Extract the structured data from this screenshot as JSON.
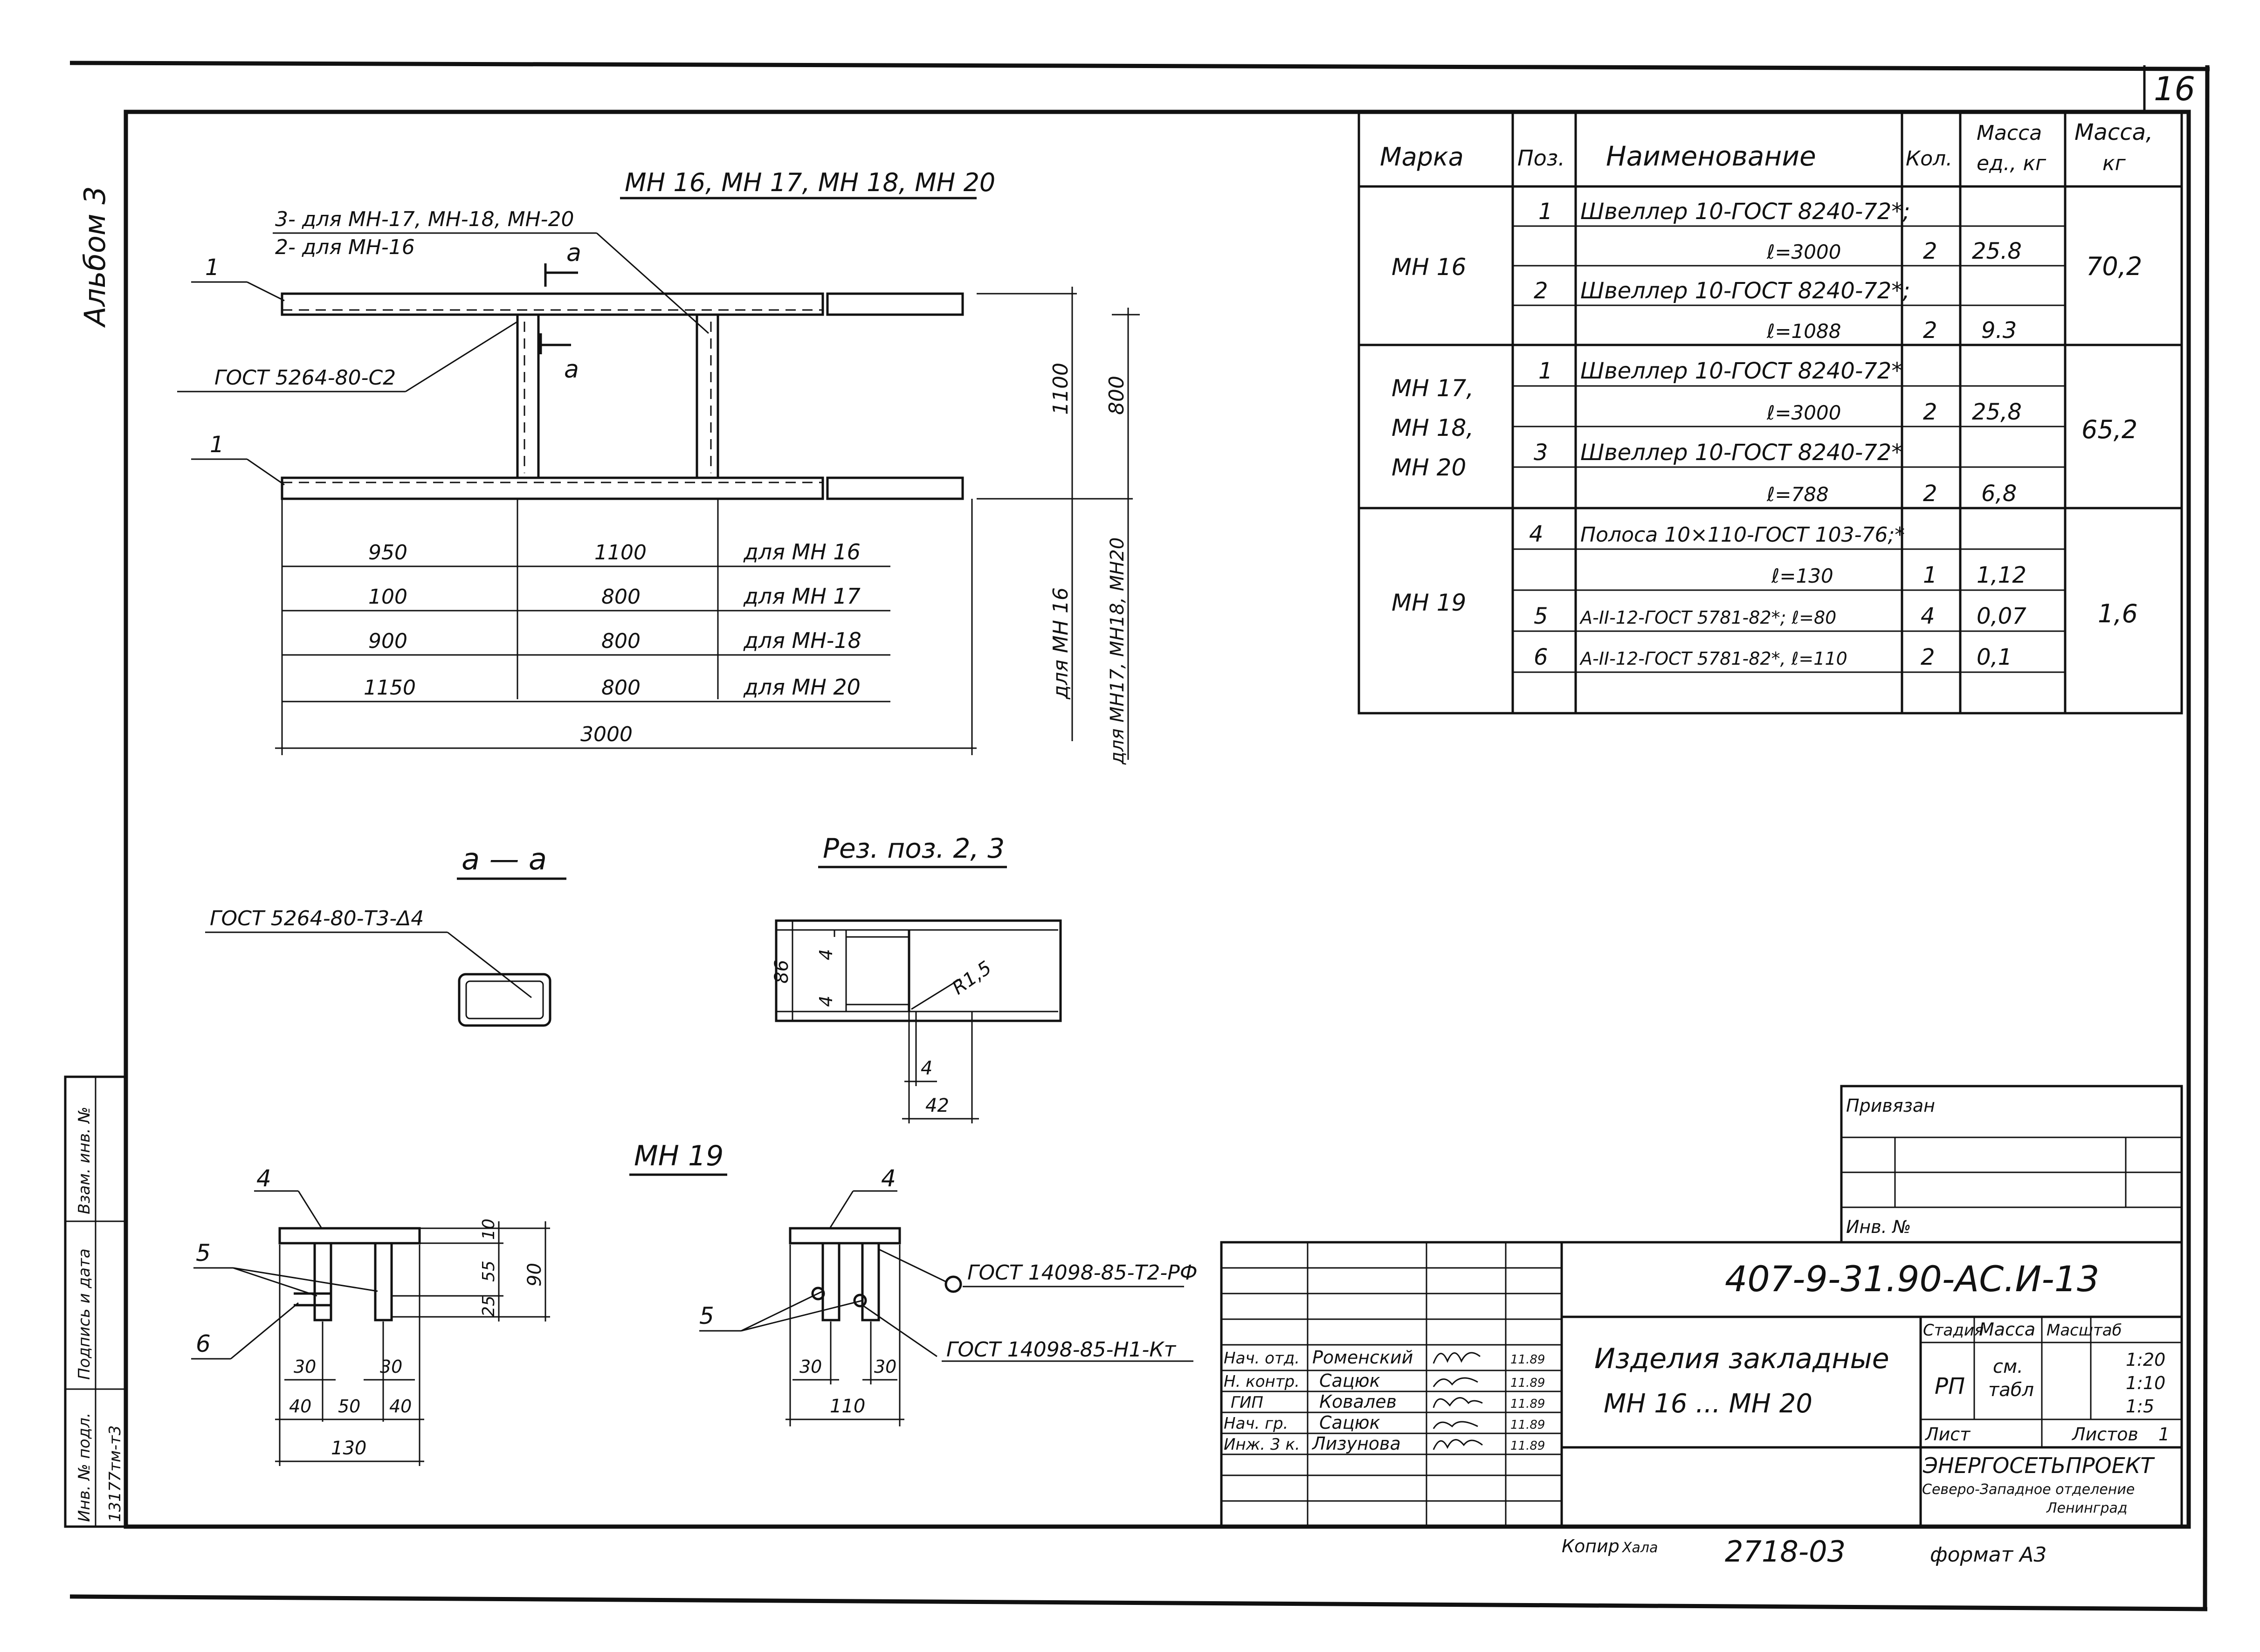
{
  "sheet": {
    "number": "16",
    "album": "Альбом 3",
    "copy_label": "Копир",
    "copy_signature": "Хала",
    "copy_number": "2718-03",
    "format": "формат А3"
  },
  "main_drawing": {
    "title": "МН 16, МН 17, МН 18, МН 20",
    "pos_note_1": "3- для МН-17, МН-18, МН-20",
    "pos_note_2": "2- для МН-16",
    "weld_note": "ГОСТ 5264-80-С2",
    "section_letter": "а",
    "pos_label": "1",
    "dim_height_1100": "1100",
    "dim_height_800": "800",
    "side_label_mh16": "для МН 16",
    "side_label_other": "для МН17, МН18, МН20",
    "dim_total": "3000",
    "dim_rows": [
      {
        "a": "950",
        "b": "1100",
        "label": "для МН 16"
      },
      {
        "a": "100",
        "b": "800",
        "label": "для МН 17"
      },
      {
        "a": "900",
        "b": "800",
        "label": "для МН-18"
      },
      {
        "a": "1150",
        "b": "800",
        "label": "для МН 20"
      }
    ]
  },
  "section_aa": {
    "title": "а — а",
    "weld_note": "ГОСТ 5264-80-Т3-Δ4"
  },
  "cut_detail": {
    "title": "Рез. поз. 2, 3",
    "dim_86": "86",
    "dim_4a": "4",
    "dim_4b": "4",
    "dim_4c": "4",
    "dim_42": "42",
    "radius": "R1,5"
  },
  "mh19": {
    "title": "МН 19",
    "pos_4": "4",
    "pos_5": "5",
    "pos_6": "6",
    "dim_10": "10",
    "dim_55": "55",
    "dim_25": "25",
    "dim_90": "90",
    "dim_30a": "30",
    "dim_30b": "30",
    "dim_40a": "40",
    "dim_50": "50",
    "dim_40b": "40",
    "dim_130": "130",
    "right_pos_4": "4",
    "right_pos_5": "5",
    "right_dim_30a": "30",
    "right_dim_30b": "30",
    "right_dim_110": "110",
    "weld_note_1": "ГОСТ 14098-85-Т2-РФ",
    "weld_note_2": "ГОСТ 14098-85-Н1-Кт"
  },
  "spec_table": {
    "headers": [
      "Марка",
      "Поз.",
      "Наименование",
      "Кол.",
      "Масса ед., кг",
      "Масса, кг"
    ],
    "header_mass_unit_1": "Масса",
    "header_mass_unit_2": "ед., кг",
    "header_mass_total_1": "Масса,",
    "header_mass_total_2": "кг",
    "groups": [
      {
        "mark": [
          "МН 16"
        ],
        "total": "70,2",
        "rows": [
          {
            "pos": "1",
            "name": "Швеллер 10-ГОСТ 8240-72*;",
            "qty": "",
            "unit": ""
          },
          {
            "pos": "",
            "name": "ℓ=3000",
            "qty": "2",
            "unit": "25.8"
          },
          {
            "pos": "2",
            "name": "Швеллер 10-ГОСТ 8240-72*;",
            "qty": "",
            "unit": ""
          },
          {
            "pos": "",
            "name": "ℓ=1088",
            "qty": "2",
            "unit": "9.3"
          }
        ]
      },
      {
        "mark": [
          "МН 17,",
          "МН 18,",
          "МН 20"
        ],
        "total": "65,2",
        "rows": [
          {
            "pos": "1",
            "name": "Швеллер 10-ГОСТ 8240-72*",
            "qty": "",
            "unit": ""
          },
          {
            "pos": "",
            "name": "ℓ=3000",
            "qty": "2",
            "unit": "25,8"
          },
          {
            "pos": "3",
            "name": "Швеллер 10-ГОСТ 8240-72*",
            "qty": "",
            "unit": ""
          },
          {
            "pos": "",
            "name": "ℓ=788",
            "qty": "2",
            "unit": "6,8"
          }
        ]
      },
      {
        "mark": [
          "МН 19"
        ],
        "total": "1,6",
        "rows": [
          {
            "pos": "4",
            "name": "Полоса 10×110-ГОСТ 103-76;*",
            "qty": "",
            "unit": ""
          },
          {
            "pos": "",
            "name": "ℓ=130",
            "qty": "1",
            "unit": "1,12"
          },
          {
            "pos": "5",
            "name": "А-II-12-ГОСТ 5781-82*; ℓ=80",
            "qty": "4",
            "unit": "0,07"
          },
          {
            "pos": "6",
            "name": "А-II-12-ГОСТ 5781-82*, ℓ=110",
            "qty": "2",
            "unit": "0,1"
          },
          {
            "pos": "",
            "name": "",
            "qty": "",
            "unit": ""
          }
        ]
      }
    ]
  },
  "title_block": {
    "privyazan": "Привязан",
    "inv_no": "Инв. №",
    "code": "407-9-31.90-АС.И-13",
    "name_1": "Изделия закладные",
    "name_2": "МН 16 ... МН 20",
    "stage_header": "Стадия",
    "mass_header": "Масса",
    "scale_header": "Масштаб",
    "stage": "РП",
    "mass_1": "см.",
    "mass_2": "табл",
    "scales": [
      "1:20",
      "1:10",
      "1:5"
    ],
    "sheet_label": "Лист",
    "sheets_label": "Листов",
    "sheets_count": "1",
    "org_1": "ЭНЕРГОСЕТЬПРОЕКТ",
    "org_2": "Северо-Западное отделение",
    "org_3": "Ленинград",
    "staff": [
      {
        "role": "Нач. отд.",
        "name": "Роменский",
        "date": "11.89"
      },
      {
        "role": "Н. контр.",
        "name": "Сацюк",
        "date": "11.89"
      },
      {
        "role": "ГИП",
        "name": "Ковалев",
        "date": "11.89"
      },
      {
        "role": "Нач. гр.",
        "name": "Сацюк",
        "date": "11.89"
      },
      {
        "role": "Инж. 3 к.",
        "name": "Лизунова",
        "date": "11.89"
      }
    ]
  },
  "left_strip": {
    "vzam": "Взам. инв. №",
    "podpis": "Подпись и дата",
    "inv_podl": "Инв. № подл.",
    "inv_num": "13177тм-т3"
  }
}
